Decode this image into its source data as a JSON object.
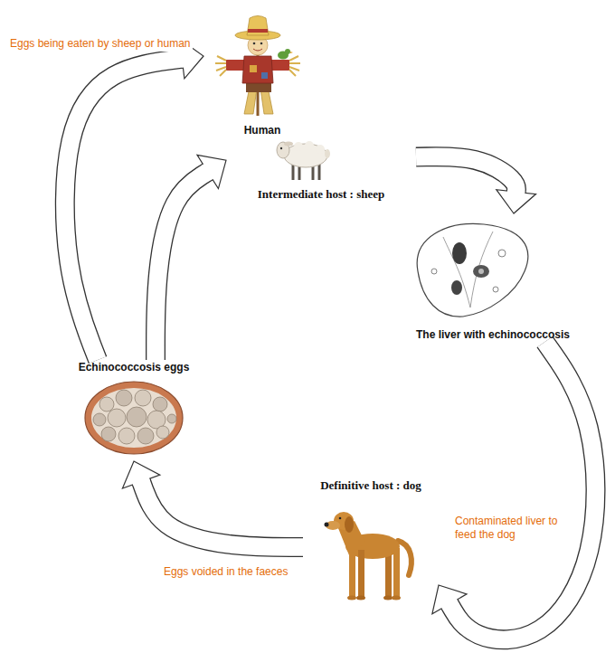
{
  "diagram": {
    "nodes": [
      {
        "text": [
          "Human"
        ]
      },
      {
        "text": [
          "Intermediate host : sheep"
        ]
      },
      {
        "text": [
          "The liver with echinococcosis"
        ]
      },
      {
        "text": [
          "Echinococcosis eggs"
        ]
      },
      {
        "text": [
          "Definitive host : dog"
        ]
      }
    ],
    "edges": [
      {
        "from": 1,
        "to": 2,
        "arrow": "to"
      },
      {
        "from": 2,
        "to": 4,
        "label": "Contaminated liver to feed the dog",
        "arrow": "to"
      },
      {
        "from": 4,
        "to": 3,
        "label": "Eggs voided in the faeces",
        "arrow": "to"
      },
      {
        "from": 3,
        "to": 1,
        "arrow": "to"
      },
      {
        "from": 3,
        "to": 0,
        "label": "Eggs being eaten by sheep or human",
        "arrow": "to"
      }
    ]
  }
}
